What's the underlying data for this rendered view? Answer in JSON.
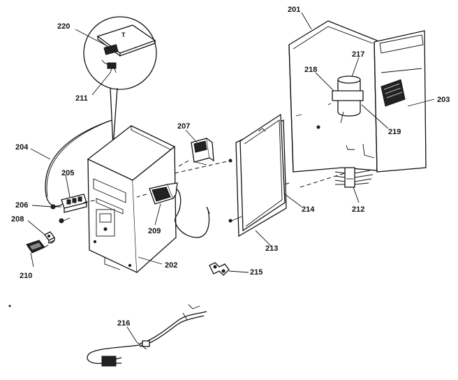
{
  "callouts": {
    "c201": "201",
    "c202": "202",
    "c203": "203",
    "c204": "204",
    "c205": "205",
    "c206": "206",
    "c207": "207",
    "c208": "208",
    "c209": "209",
    "c210": "210",
    "c211": "211",
    "c212": "212",
    "c213": "213",
    "c214": "214",
    "c215": "215",
    "c216": "216",
    "c217": "217",
    "c218": "218",
    "c219": "219",
    "c220": "220"
  }
}
